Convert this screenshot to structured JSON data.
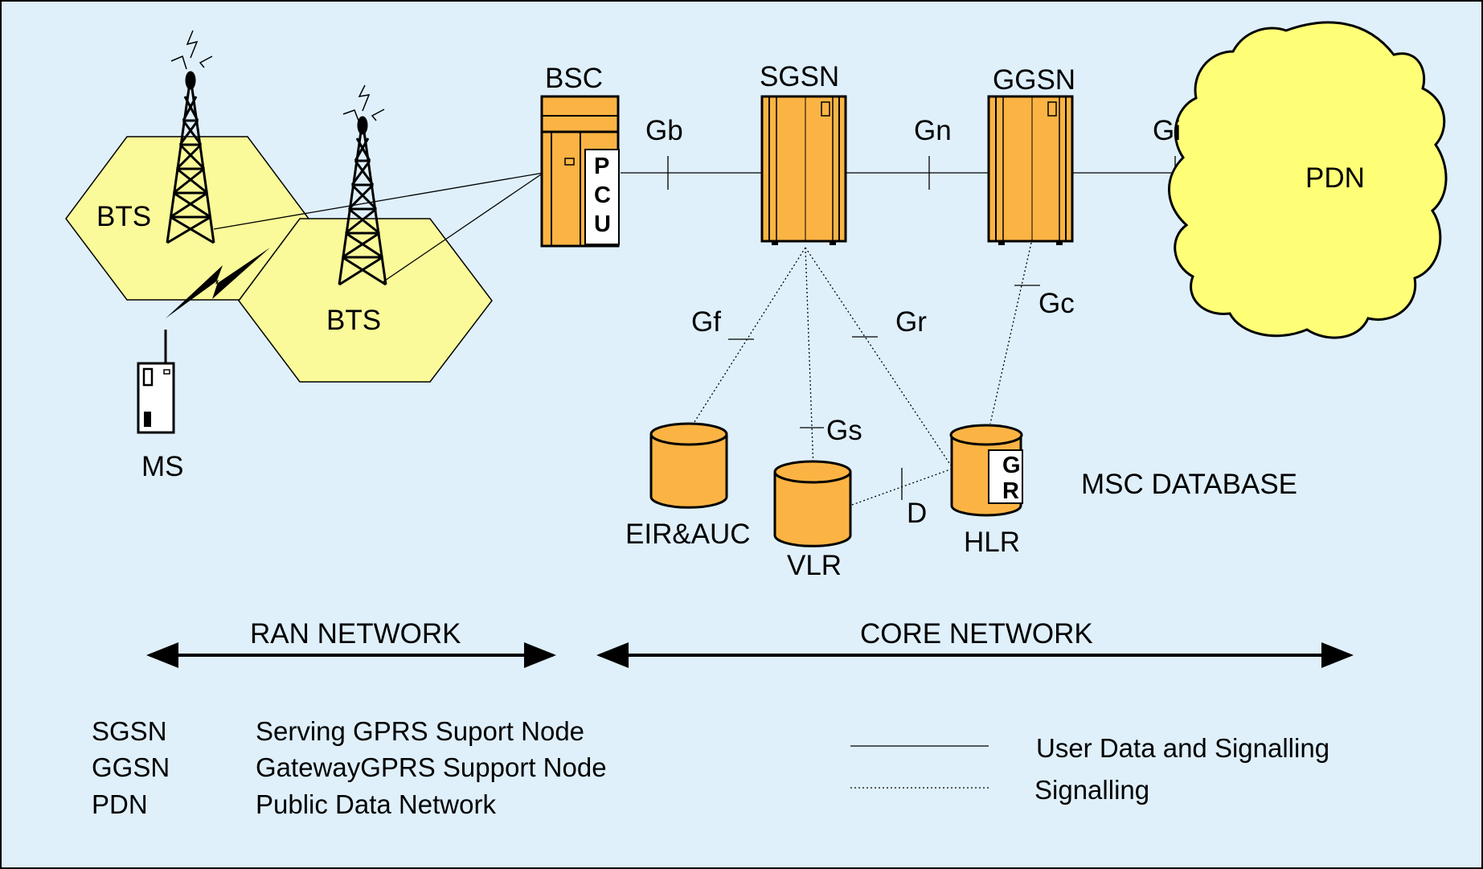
{
  "colors": {
    "background": "#dff0fb",
    "hexagon_fill": "#fbfa9a",
    "cloud_fill": "#ffff77",
    "node_fill": "#fbb444",
    "stroke": "#000000"
  },
  "ran": {
    "bts_left_label": "BTS",
    "bts_right_label": "BTS",
    "ms_label": "MS"
  },
  "nodes": {
    "bsc": "BSC",
    "pcu_letters": [
      "P",
      "C",
      "U"
    ],
    "sgsn": "SGSN",
    "ggsn": "GGSN",
    "pdn": "PDN"
  },
  "interfaces": {
    "gb": "Gb",
    "gn": "Gn",
    "gi": "Gi",
    "gf": "Gf",
    "gr": "Gr",
    "gc": "Gc",
    "gs": "Gs",
    "d": "D"
  },
  "databases": {
    "eir_auc": "EIR&AUC",
    "vlr": "VLR",
    "hlr": "HLR",
    "gr_letters": [
      "G",
      "R"
    ],
    "msc_database": "MSC DATABASE"
  },
  "scope": {
    "ran_network": "RAN NETWORK",
    "core_network": "CORE NETWORK"
  },
  "glossary": [
    {
      "abbr": "SGSN",
      "meaning": "Serving GPRS Suport Node"
    },
    {
      "abbr": "GGSN",
      "meaning": "GatewayGPRS Support Node"
    },
    {
      "abbr": "PDN",
      "meaning": "Public Data Network"
    }
  ],
  "legend": [
    {
      "style": "solid",
      "label": "User Data and Signalling"
    },
    {
      "style": "dotted",
      "label": "Signalling"
    }
  ]
}
